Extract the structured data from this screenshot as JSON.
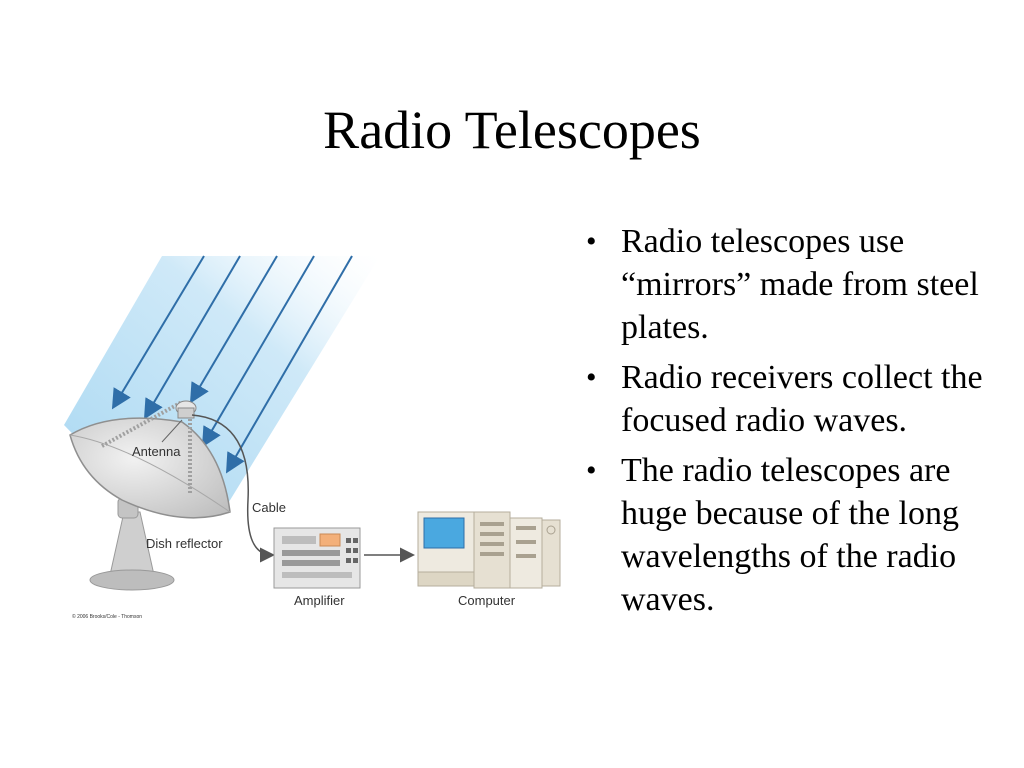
{
  "slide": {
    "title": "Radio Telescopes",
    "bullets": [
      "Radio telescopes use “mirrors” made from steel plates.",
      "Radio receivers collect the focused radio waves.",
      "The radio telescopes are huge because of the long wavelengths of the radio waves."
    ]
  },
  "diagram": {
    "labels": {
      "antenna": "Antenna",
      "cable": "Cable",
      "dish_reflector": "Dish reflector",
      "amplifier": "Amplifier",
      "computer": "Computer",
      "copyright": "© 2006 Brooks/Cole - Thomson"
    },
    "colors": {
      "beam": "#bfe3f7",
      "wave_arrow": "#2f6ea8",
      "dish": "#d8d8d8",
      "computer_screen": "#4aa8e0",
      "amplifier_accent": "#f3b07a"
    }
  }
}
